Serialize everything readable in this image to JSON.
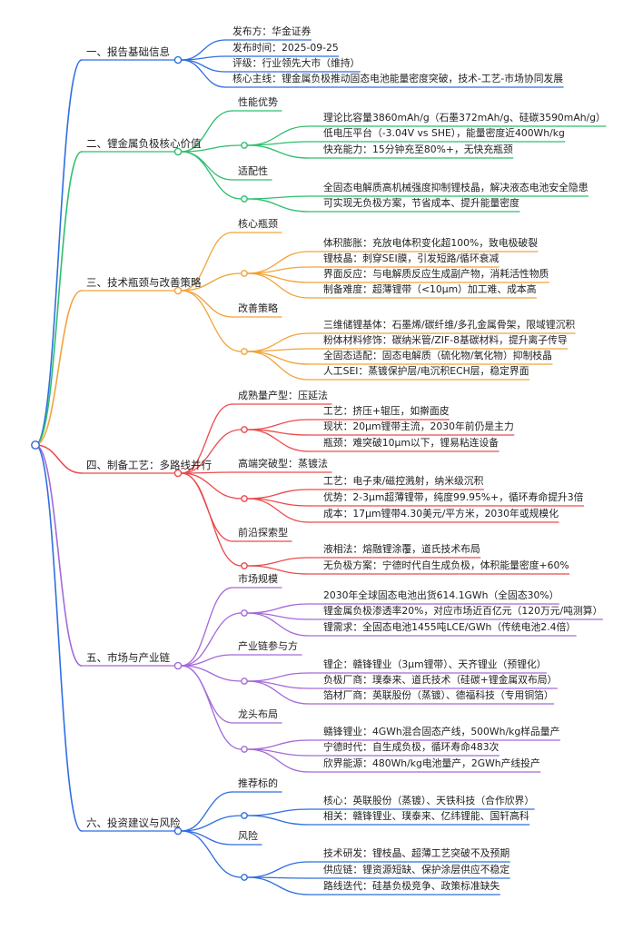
{
  "colors": {
    "root": "#3a62d6",
    "b1": "#2f6fe0",
    "b2": "#2fbf6e",
    "b3": "#f2a33a",
    "b4": "#ec4b4b",
    "b5": "#a46ad8",
    "b6": "#2f6fe0"
  },
  "branches": [
    {
      "key": "b1",
      "label": "一、报告基础信息",
      "leaves": [
        "发布方：华金证券",
        "发布时间：2025-09-25",
        "评级：行业领先大市（维持）",
        "核心主线：锂金属负极推动固态电池能量密度突破，技术-工艺-市场协同发展"
      ]
    },
    {
      "key": "b2",
      "label": "二、锂金属负极核心价值",
      "subs": [
        {
          "label": "性能优势",
          "leaves": [
            "理论比容量3860mAh/g（石墨372mAh/g、硅碳3590mAh/g）",
            "低电压平台（-3.04V vs SHE），能量密度近400Wh/kg",
            "快充能力：15分钟充至80%+，无快充瓶颈"
          ]
        },
        {
          "label": "适配性",
          "leaves": [
            "全固态电解质高机械强度抑制锂枝晶，解决液态电池安全隐患",
            "可实现无负极方案，节省成本、提升能量密度"
          ]
        }
      ]
    },
    {
      "key": "b3",
      "label": "三、技术瓶颈与改善策略",
      "subs": [
        {
          "label": "核心瓶颈",
          "leaves": [
            "体积膨胀：充放电体积变化超100%，致电极破裂",
            "锂枝晶：刺穿SEI膜，引发短路/循环衰减",
            "界面反应：与电解质反应生成副产物，消耗活性物质",
            "制备难度：超薄锂带（<10μm）加工难、成本高"
          ]
        },
        {
          "label": "改善策略",
          "leaves": [
            "三维储锂基体：石墨烯/碳纤维/多孔金属骨架，限域锂沉积",
            "粉体材料修饰：碳纳米管/ZIF-8基碳材料，提升离子传导",
            "全固态适配：固态电解质（硫化物/氧化物）抑制枝晶",
            "人工SEI：蒸镀保护层/电沉积ECH层，稳定界面"
          ]
        }
      ]
    },
    {
      "key": "b4",
      "label": "四、制备工艺：多路线并行",
      "subs": [
        {
          "label": "成熟量产型：压延法",
          "leaves": [
            "工艺：挤压+辊压，如擀面皮",
            "现状：20μm锂带主流，2030年前仍是主力",
            "瓶颈：难突破10μm以下，锂易粘连设备"
          ]
        },
        {
          "label": "高端突破型：蒸镀法",
          "leaves": [
            "工艺：电子束/磁控溅射，纳米级沉积",
            "优势：2-3μm超薄锂带，纯度99.95%+，循环寿命提升3倍",
            "成本：17μm锂带4.30美元/平方米，2030年或规模化"
          ]
        },
        {
          "label": "前沿探索型",
          "leaves": [
            "液相法：熔融锂涂覆，道氏技术布局",
            "无负极方案：宁德时代自生成负极，体积能量密度+60%"
          ]
        }
      ]
    },
    {
      "key": "b5",
      "label": "五、市场与产业链",
      "subs": [
        {
          "label": "市场规模",
          "leaves": [
            "2030年全球固态电池出货614.1GWh（全固态30%）",
            "锂金属负极渗透率20%，对应市场近百亿元（120万元/吨测算）",
            "锂需求：全固态电池1455吨LCE/GWh（传统电池2.4倍）"
          ]
        },
        {
          "label": "产业链参与方",
          "leaves": [
            "锂企：赣锋锂业（3μm锂带）、天齐锂业（预锂化）",
            "负极厂商：璞泰来、道氏技术（硅碳+锂金属双布局）",
            "箔材厂商：英联股份（蒸镀）、德福科技（专用铜箔）"
          ]
        },
        {
          "label": "龙头布局",
          "leaves": [
            "赣锋锂业：4GWh混合固态产线，500Wh/kg样品量产",
            "宁德时代：自生成负极，循环寿命483次",
            "欣界能源：480Wh/kg电池量产，2GWh产线投产"
          ]
        }
      ]
    },
    {
      "key": "b6",
      "label": "六、投资建议与风险",
      "subs": [
        {
          "label": "推荐标的",
          "leaves": [
            "核心：英联股份（蒸镀）、天铁科技（合作欣界）",
            "相关：赣锋锂业、璞泰来、亿纬锂能、国轩高科"
          ]
        },
        {
          "label": "风险",
          "leaves": [
            "技术研发：锂枝晶、超薄工艺突破不及预期",
            "供应链：锂资源短缺、保护涂层供应不稳定",
            "路线迭代：硅基负极竞争、政策标准缺失"
          ]
        }
      ]
    }
  ]
}
